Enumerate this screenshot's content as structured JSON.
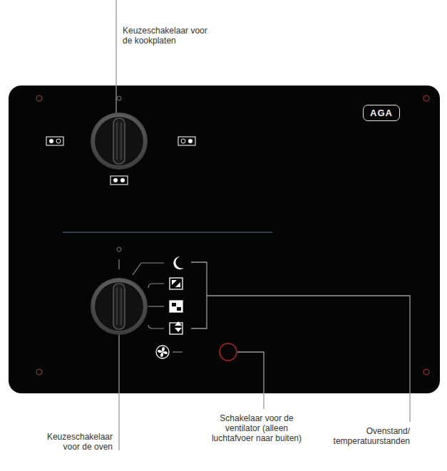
{
  "diagram": {
    "nodes": [
      {
        "text": [
          "AGA"
        ]
      }
    ],
    "labels": [
      "Keuzeschakelaar voor de kookplaten",
      "Keuzeschakelaar voor de oven",
      "Schakelaar voor de ventilator (alleen luchtafvoer naar buiten)",
      "Ovenstand/ temperatuurstanden"
    ]
  }
}
